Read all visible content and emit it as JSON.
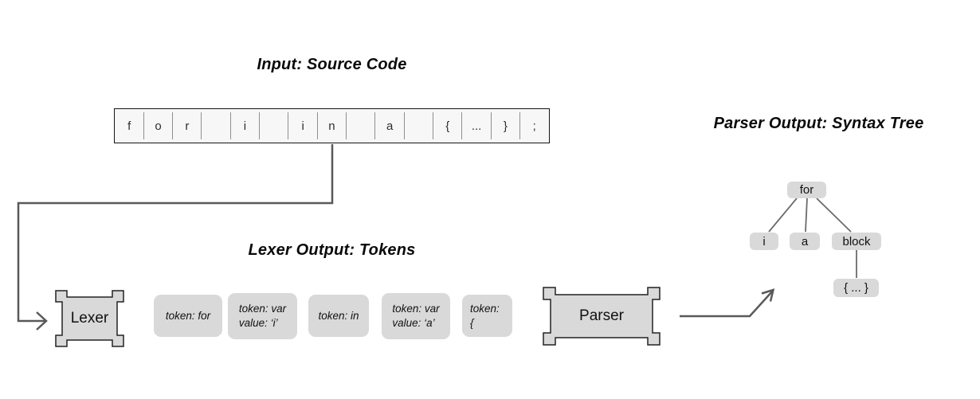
{
  "titles": {
    "input": "Input: Source Code",
    "lexer_output": "Lexer Output: Tokens",
    "parser_output": "Parser Output: Syntax Tree"
  },
  "source_strip": {
    "cells": [
      "f",
      "o",
      "r",
      "",
      "i",
      "",
      "i",
      "n",
      "",
      "a",
      "",
      "{",
      "...",
      "}",
      ";"
    ]
  },
  "stages": {
    "lexer_label": "Lexer",
    "parser_label": "Parser"
  },
  "tokens": [
    {
      "line1": "token: for",
      "line2": ""
    },
    {
      "line1": "token: var",
      "line2": "value: ‘i’"
    },
    {
      "line1": "token: in",
      "line2": ""
    },
    {
      "line1": "token: var",
      "line2": "value: ‘a’"
    },
    {
      "line1": "token: {",
      "line2": ""
    }
  ],
  "syntax_tree": {
    "root": "for",
    "children": [
      "i",
      "a",
      "block"
    ],
    "block_child": "{ ... }"
  },
  "colors": {
    "box_fill": "#d9d9d9",
    "strip_fill": "#f7f7f7",
    "connector": "#595959",
    "tree_edge": "#6b6b6b"
  }
}
